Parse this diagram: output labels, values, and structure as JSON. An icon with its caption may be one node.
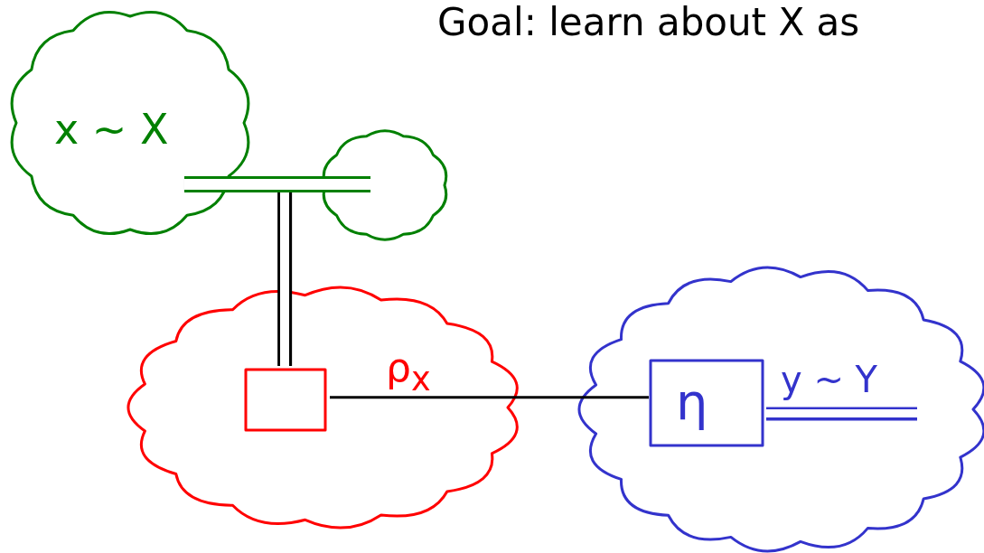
{
  "diagram": {
    "title": "Goal: learn about X as",
    "nodes": [
      {
        "text": [
          "x ~ X"
        ]
      },
      {
        "text": [],
        "shape": "cloud"
      },
      {
        "text": [],
        "shape": "cloud"
      },
      {
        "text": [],
        "shape": "box",
        "in": 2
      },
      {
        "text": [],
        "shape": "cloud"
      },
      {
        "text": [
          "η"
        ],
        "in": 4
      }
    ],
    "edges": [
      {
        "from": 0,
        "to": 1,
        "arrow": "none",
        "color": "#008000"
      },
      {
        "from": 0,
        "to": 3,
        "arrow": "none"
      },
      {
        "from": 3,
        "to": 5,
        "arrow": "none",
        "label": "ρ$_{x}$"
      },
      {
        "from": 5,
        "to": null,
        "arrow": "none",
        "label": "y ~ Y",
        "color": "#3333cc"
      }
    ]
  }
}
